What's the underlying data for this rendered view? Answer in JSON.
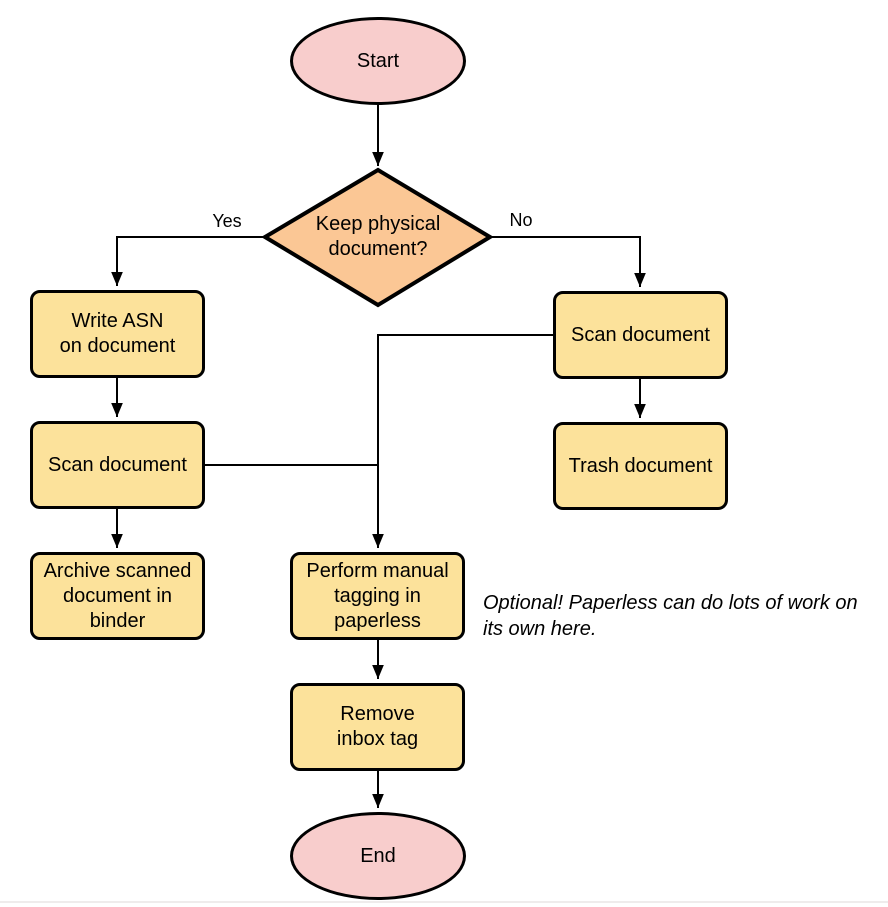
{
  "diagram": {
    "type": "flowchart",
    "nodes": {
      "start": {
        "label": "Start",
        "shape": "terminal"
      },
      "decision": {
        "label": "Keep physical\ndocument?",
        "shape": "decision"
      },
      "write_asn": {
        "label": "Write ASN\non document",
        "shape": "process"
      },
      "scan_left": {
        "label": "Scan document",
        "shape": "process"
      },
      "archive": {
        "label": "Archive scanned\ndocument in\nbinder",
        "shape": "process"
      },
      "scan_right": {
        "label": "Scan document",
        "shape": "process"
      },
      "trash": {
        "label": "Trash document",
        "shape": "process"
      },
      "tagging": {
        "label": "Perform manual\ntagging in\npaperless",
        "shape": "process"
      },
      "remove_inbox": {
        "label": "Remove\ninbox tag",
        "shape": "process"
      },
      "end": {
        "label": "End",
        "shape": "terminal"
      }
    },
    "edge_labels": {
      "yes": "Yes",
      "no": "No"
    },
    "edges": [
      {
        "from": "start",
        "to": "decision",
        "label": ""
      },
      {
        "from": "decision",
        "to": "write_asn",
        "label": "Yes"
      },
      {
        "from": "decision",
        "to": "scan_right",
        "label": "No"
      },
      {
        "from": "write_asn",
        "to": "scan_left",
        "label": ""
      },
      {
        "from": "scan_left",
        "to": "archive",
        "label": ""
      },
      {
        "from": "scan_left",
        "to": "tagging",
        "label": ""
      },
      {
        "from": "scan_right",
        "to": "tagging",
        "label": ""
      },
      {
        "from": "scan_right",
        "to": "trash",
        "label": ""
      },
      {
        "from": "tagging",
        "to": "remove_inbox",
        "label": ""
      },
      {
        "from": "remove_inbox",
        "to": "end",
        "label": ""
      }
    ],
    "note": "Optional! Paperless can do lots of work on\nits own here.",
    "colors": {
      "terminal_fill": "#F8CDCC",
      "process_fill": "#FCE29B",
      "decision_fill": "#FBC795",
      "stroke": "#000000"
    }
  }
}
